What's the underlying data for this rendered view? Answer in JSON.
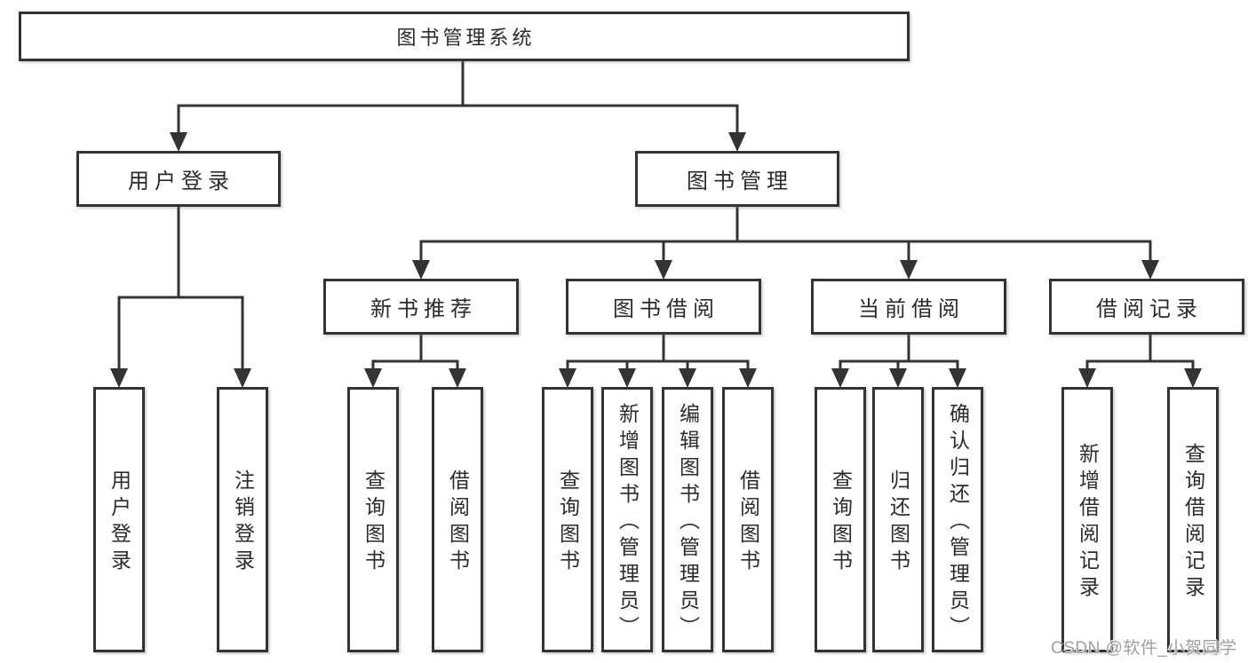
{
  "tree": {
    "root": {
      "label": "图书管理系统"
    },
    "children": [
      {
        "label": "用户登录",
        "children": [
          {
            "label": "用户登录"
          },
          {
            "label": "注销登录"
          }
        ]
      },
      {
        "label": "图书管理",
        "children": [
          {
            "label": "新书推荐",
            "children": [
              {
                "label": "查询图书"
              },
              {
                "label": "借阅图书"
              }
            ]
          },
          {
            "label": "图书借阅",
            "children": [
              {
                "label": "查询图书"
              },
              {
                "label": "新增图书（管理员）"
              },
              {
                "label": "编辑图书（管理员）"
              },
              {
                "label": "借阅图书"
              }
            ]
          },
          {
            "label": "当前借阅",
            "children": [
              {
                "label": "查询图书"
              },
              {
                "label": "归还图书"
              },
              {
                "label": "确认归还（管理员）"
              }
            ]
          },
          {
            "label": "借阅记录",
            "children": [
              {
                "label": "新增借阅记录"
              },
              {
                "label": "查询借阅记录"
              }
            ]
          }
        ]
      }
    ]
  },
  "watermark": {
    "text": "CSDN @软件_小贺同学"
  },
  "colors": {
    "line": "#333333",
    "box_border": "#333333",
    "box_fill": "#ffffff",
    "text": "#2b2b2b",
    "background": "#ffffff",
    "watermark_text": "#9f9f9f"
  }
}
